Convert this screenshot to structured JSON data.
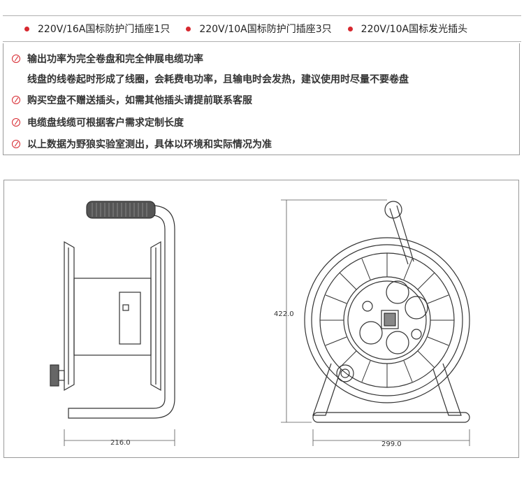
{
  "specs": [
    {
      "label": "220V/16A国标防护门插座1只"
    },
    {
      "label": "220V/10A国标防护门插座3只"
    },
    {
      "label": "220V/10A国标发光插头"
    }
  ],
  "notes": {
    "line1": "输出功率为完全卷盘和完全伸展电缆功率",
    "line1_sub": "线盘的线卷起时形成了线圈，会耗费电功率，且输电时会发热，建议使用时尽量不要卷盘",
    "line2": "购买空盘不赠送插头，如需其他插头请提前联系客服",
    "line3": "电缆盘线缆可根据客户需求定制长度",
    "line4": "以上数据为野狼实验室测出，具体以环境和实际情况为准"
  },
  "dimensions": {
    "side_width": "216.0",
    "front_height": "422.0",
    "front_width": "299.0"
  },
  "colors": {
    "accent": "#d7282f",
    "line": "#333333"
  },
  "icons": [
    "bullet-dot-icon",
    "note-mark-icon"
  ]
}
